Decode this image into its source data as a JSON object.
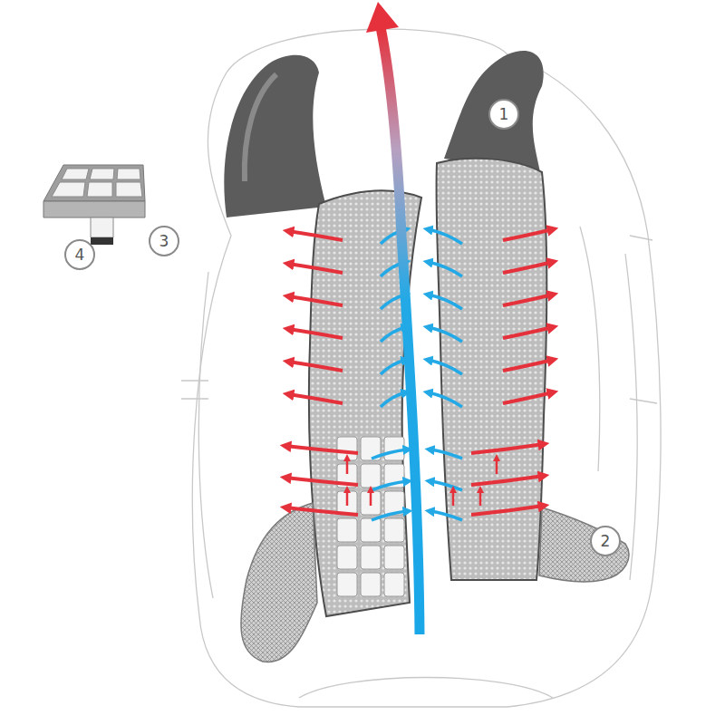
{
  "diagram": {
    "nodes": [
      {
        "text": [
          "1"
        ]
      },
      {
        "text": [
          "4"
        ]
      },
      {
        "text": [
          "3"
        ]
      },
      {
        "text": [
          "2"
        ]
      }
    ]
  }
}
